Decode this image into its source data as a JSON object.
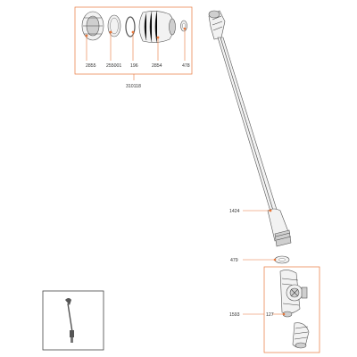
{
  "labels": {
    "p2855": "2855",
    "p255001": "255001",
    "p196": "196",
    "p2854": "2854",
    "p478": "478",
    "p310118": "310118",
    "p1424": "1424",
    "p479": "479",
    "p1593": "1593",
    "p127": "127"
  },
  "colors": {
    "leader": "#e8773a",
    "outline": "#555555"
  }
}
